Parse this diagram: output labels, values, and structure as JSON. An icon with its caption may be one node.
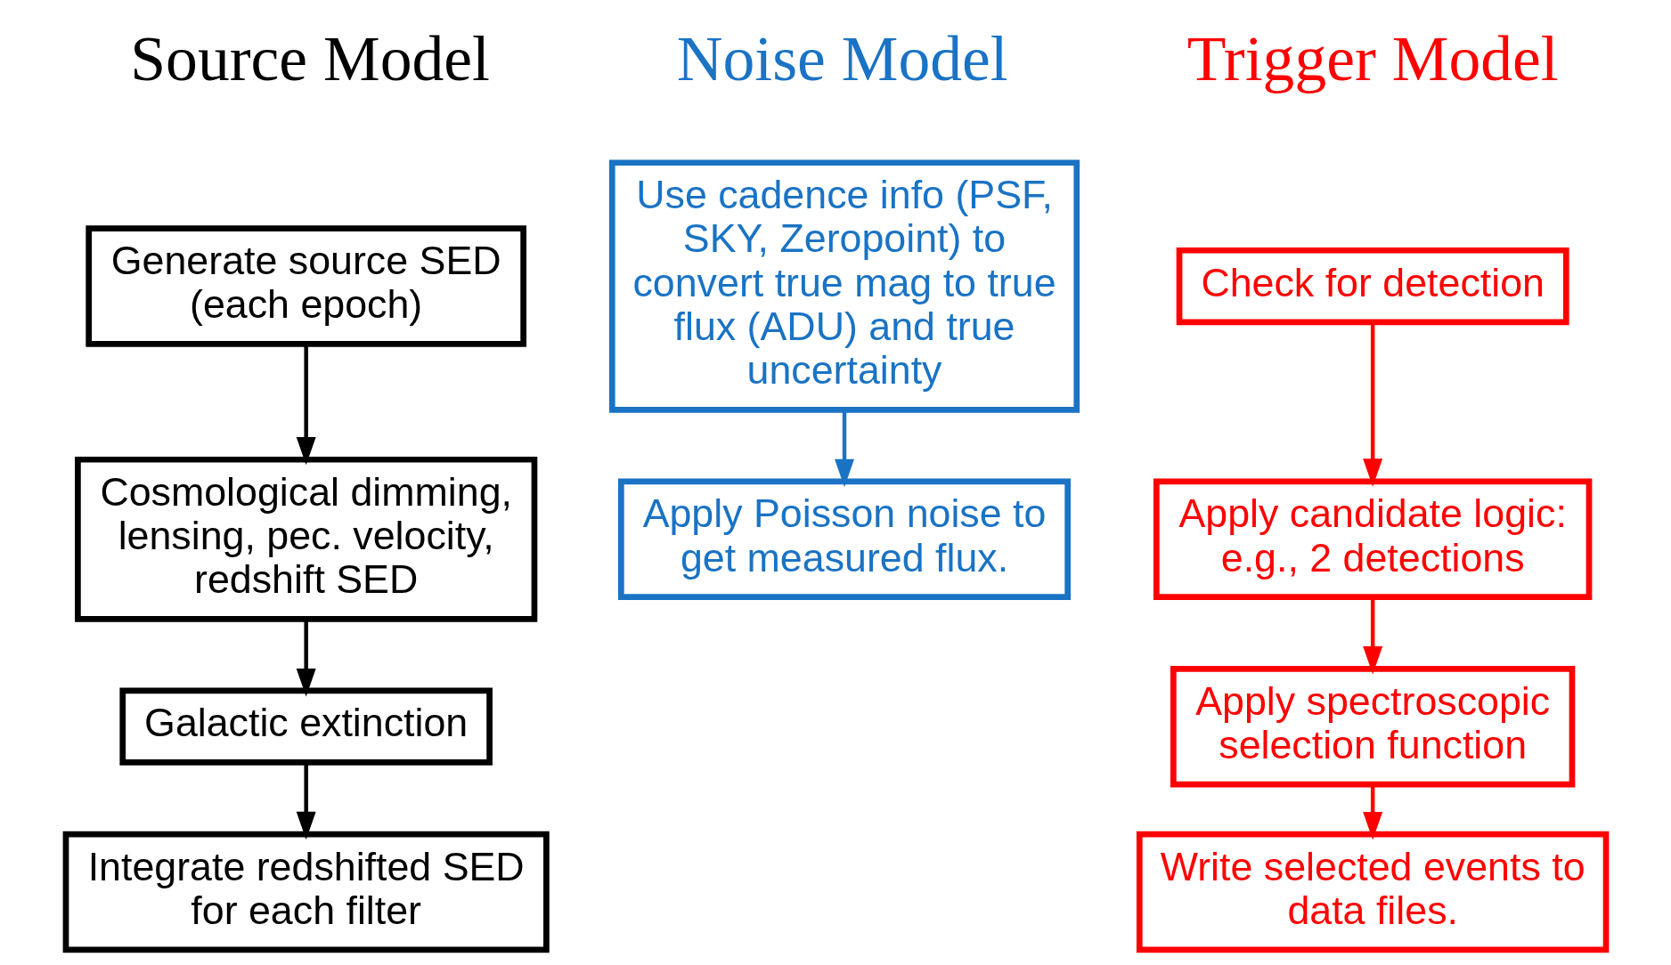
{
  "diagram": {
    "nodes": [
      {
        "text": [
          "Generate source SED (each epoch)"
        ]
      },
      {
        "text": [
          "Cosmological dimming, lensing, pec. velocity, redshift SED"
        ]
      },
      {
        "text": [
          "Galactic extinction"
        ]
      },
      {
        "text": [
          "Integrate redshifted SED for each filter"
        ]
      },
      {
        "text": [
          "Use cadence info (PSF, SKY, Zeropoint) to convert true mag to true flux (ADU) and true uncertainty"
        ]
      },
      {
        "text": [
          "Apply Poisson noise to get measured flux."
        ]
      },
      {
        "text": [
          "Check for detection"
        ]
      },
      {
        "text": [
          "Apply candidate logic: e.g., 2 detections"
        ]
      },
      {
        "text": [
          "Apply spectroscopic selection function"
        ]
      },
      {
        "text": [
          "Write selected events to data files."
        ]
      }
    ],
    "edges": [
      {
        "from": 0,
        "to": 1,
        "arrow": "to"
      },
      {
        "from": 1,
        "to": 2,
        "arrow": "to"
      },
      {
        "from": 2,
        "to": 3,
        "arrow": "to"
      },
      {
        "from": 4,
        "to": 5,
        "arrow": "to",
        "color": "#1a73c4"
      },
      {
        "from": 6,
        "to": 7,
        "arrow": "to",
        "color": "#ff0000"
      },
      {
        "from": 7,
        "to": 8,
        "arrow": "to",
        "color": "#ff0000"
      },
      {
        "from": 8,
        "to": 9,
        "arrow": "to",
        "color": "#ff0000"
      }
    ],
    "labels": [
      "Source Model",
      "Noise Model",
      "Trigger Model"
    ]
  }
}
